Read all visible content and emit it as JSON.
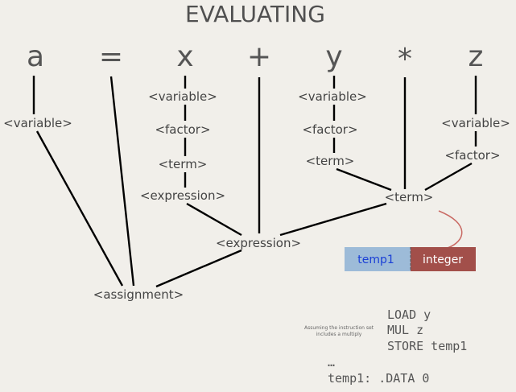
{
  "title": "EVALUATING",
  "tokens": [
    "a",
    "=",
    "x",
    "+",
    "y",
    "*",
    "z"
  ],
  "labels": {
    "a_variable": "<variable>",
    "x_variable": "<variable>",
    "x_factor": "<factor>",
    "x_term": "<term>",
    "x_expression": "<expression>",
    "y_variable": "<variable>",
    "y_factor": "<factor>",
    "y_term": "<term>",
    "z_variable": "<variable>",
    "z_factor": "<factor>",
    "term_product": "<term>",
    "expression": "<expression>",
    "assignment": "<assignment>"
  },
  "type_tag": {
    "name": "temp1",
    "type": "integer",
    "name_color": "#9dbbd8",
    "name_text_color": "#1a3fd6",
    "type_color": "#a24f4a",
    "type_text_color": "#ffffff",
    "connector_color": "#c96a64"
  },
  "note": {
    "line1": "Assuming the instruction set",
    "line2": "includes a multiply"
  },
  "code": {
    "line1": "LOAD y",
    "line2": "MUL z",
    "line3": "STORE temp1",
    "ellipsis": "…",
    "data_line": "temp1: .DATA 0"
  }
}
